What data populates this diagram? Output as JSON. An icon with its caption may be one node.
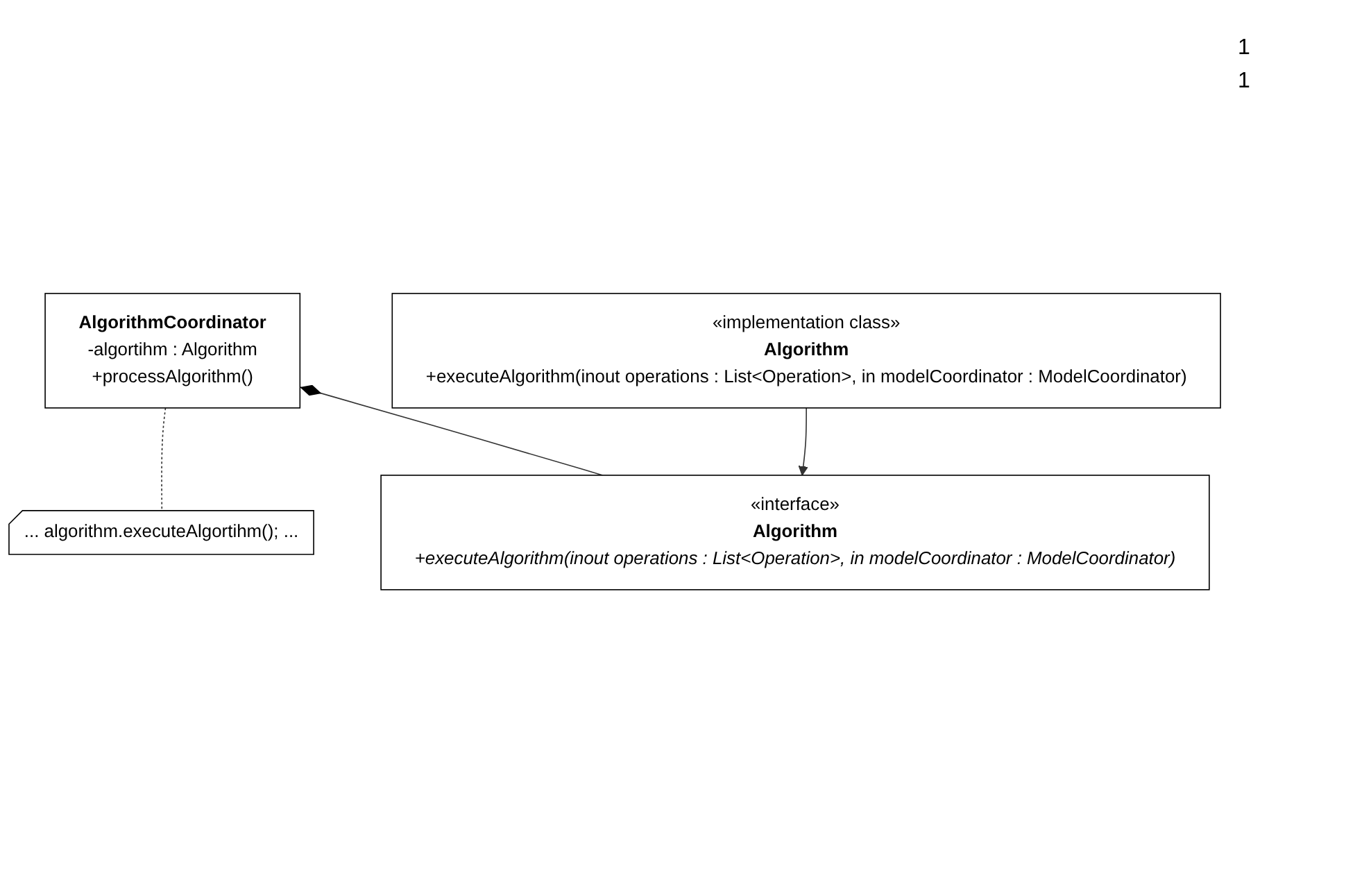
{
  "diagram": {
    "nodes": [
      {
        "text": [
          "AlgorithmCoordinator",
          "-algortihm : Algorithm",
          "+processAlgorithm()"
        ]
      },
      {
        "text": [
          "... algorithm.executeAlgortihm(); ..."
        ]
      },
      {
        "text": [
          "«interface»",
          "Algorithm",
          "+executeAlgorithm(inout operations : List<Operation>, in modelCoordinator : ModelCoordinator)"
        ]
      },
      {
        "text": [
          "«implementation class»",
          "Algorithm",
          "+executeAlgorithm(inout operations : List<Operation>, in modelCoordinator : ModelCoordinator)"
        ]
      }
    ],
    "edges": [
      {
        "from": 0,
        "to": 1,
        "arrow": "none",
        "style": "dashed"
      },
      {
        "from": 0,
        "to": 2,
        "arrow": "other"
      },
      {
        "from": 3,
        "to": 2,
        "arrow": "to"
      }
    ],
    "labels": [
      "1",
      "1"
    ]
  }
}
